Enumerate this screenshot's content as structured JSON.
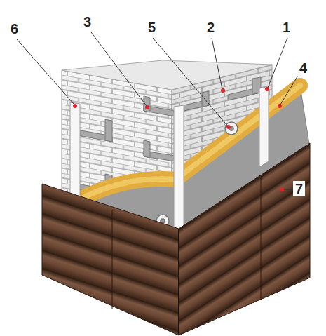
{
  "diagram": {
    "labels": [
      "6",
      "3",
      "5",
      "2",
      "1",
      "4",
      "7"
    ]
  }
}
